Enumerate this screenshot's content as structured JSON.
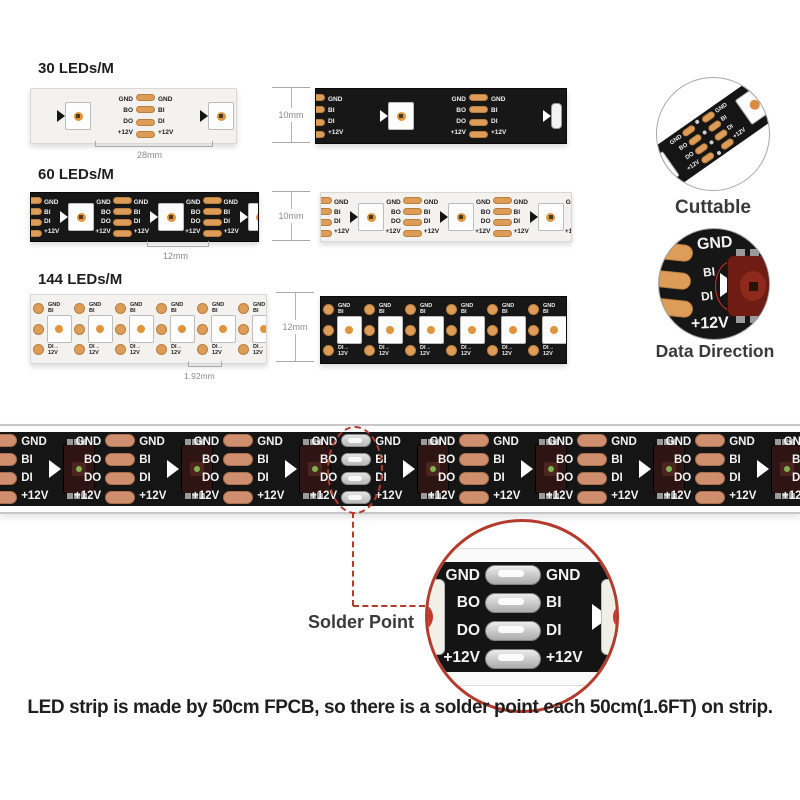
{
  "rows": [
    {
      "title": "30 LEDs/M",
      "pitch": "28mm",
      "height": "10mm"
    },
    {
      "title": "60 LEDs/M",
      "pitch": "12mm",
      "height": "10mm"
    },
    {
      "title": "144 LEDs/M",
      "pitch": "1.92mm",
      "height": "12mm"
    }
  ],
  "pads": {
    "left_labels": [
      "GND",
      "BO",
      "DO",
      "+12V"
    ],
    "right_labels": [
      "GND",
      "BI",
      "DI",
      "+12V"
    ],
    "dense_top": [
      "GND",
      "BI"
    ],
    "dense_bottom": [
      "DI",
      "12V"
    ]
  },
  "callouts": {
    "cuttable": "Cuttable",
    "data_direction": "Data Direction",
    "solder_point": "Solder Point"
  },
  "footer": "LED strip is made by 50cm FPCB, so there is a solder point each 50cm(1.6FT) on strip.",
  "icons": {
    "arrow_right": "→"
  },
  "colors": {
    "accent_red": "#b43b2c",
    "copper_pad": "#dd9c58",
    "main_pad": "#cf8e6d",
    "silver_pad": "#c6c6c6",
    "pcb_black": "#151515",
    "pcb_white": "#f3f2ee",
    "text_dark": "#1f1f1f",
    "dim_gray": "#8a8a8a"
  }
}
